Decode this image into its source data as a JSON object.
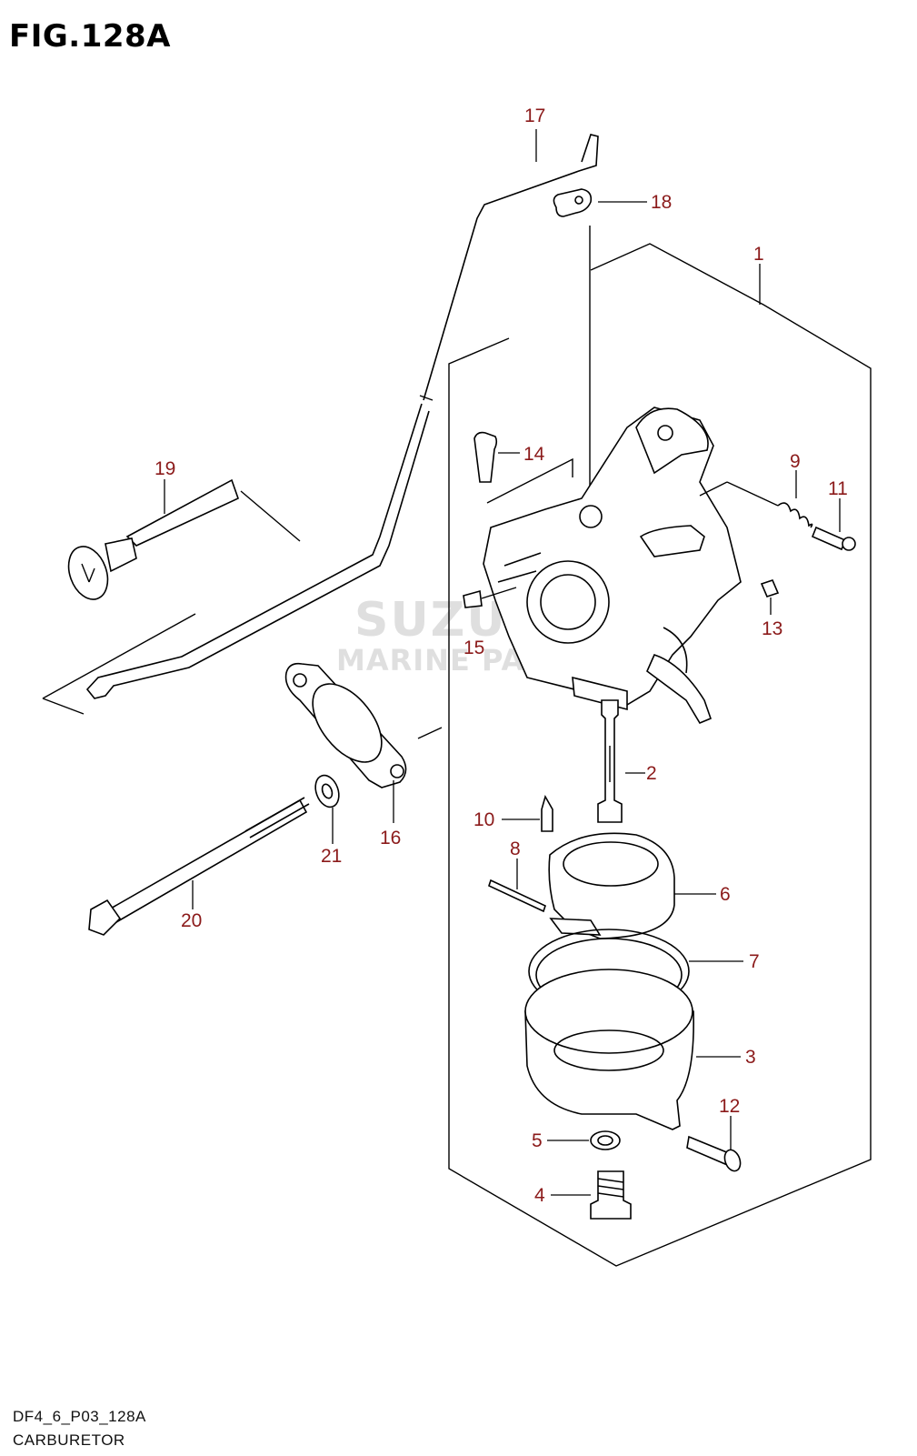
{
  "figure": {
    "title": "FIG.128A",
    "code": "DF4_6_P03_128A",
    "name": "CARBURETOR"
  },
  "watermark": {
    "brand": "SUZUKI",
    "sub": "MARINE PARTS"
  },
  "callouts": {
    "c1": "1",
    "c2": "2",
    "c3": "3",
    "c4": "4",
    "c5": "5",
    "c6": "6",
    "c7": "7",
    "c8": "8",
    "c9": "9",
    "c10": "10",
    "c11": "11",
    "c12": "12",
    "c13": "13",
    "c14": "14",
    "c15": "15",
    "c16": "16",
    "c17": "17",
    "c18": "18",
    "c19": "19",
    "c20": "20",
    "c21": "21"
  },
  "colors": {
    "callout": "#8b1a1a",
    "line": "#000000"
  }
}
